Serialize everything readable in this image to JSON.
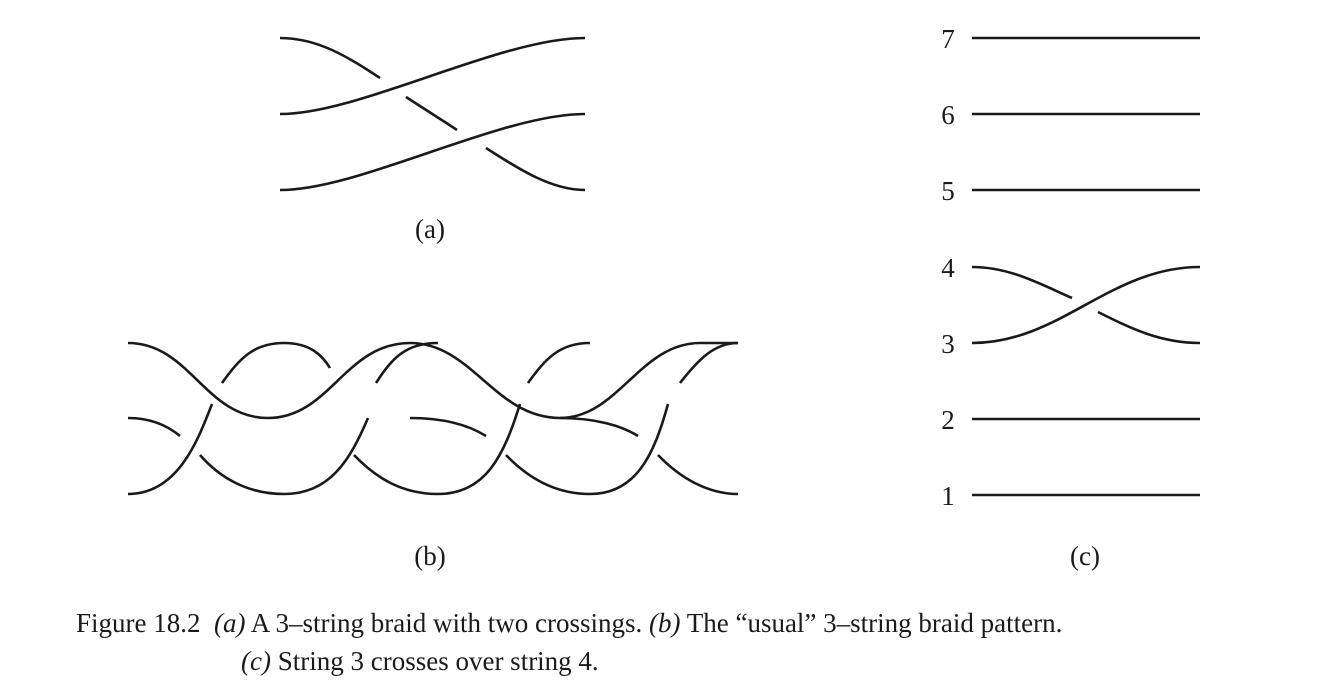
{
  "panels": {
    "a": {
      "label": "(a)"
    },
    "b": {
      "label": "(b)"
    },
    "c": {
      "label": "(c)",
      "string_numbers": [
        "7",
        "6",
        "5",
        "4",
        "3",
        "2",
        "1"
      ]
    }
  },
  "caption": {
    "figure_number": "Figure 18.2",
    "part_a_tag": "(a)",
    "part_a_text": " A 3–string braid with two crossings. ",
    "part_b_tag": "(b)",
    "part_b_text": " The “usual” 3–string braid pattern.",
    "part_c_tag": "(c)",
    "part_c_text": " String 3 crosses over string 4."
  }
}
